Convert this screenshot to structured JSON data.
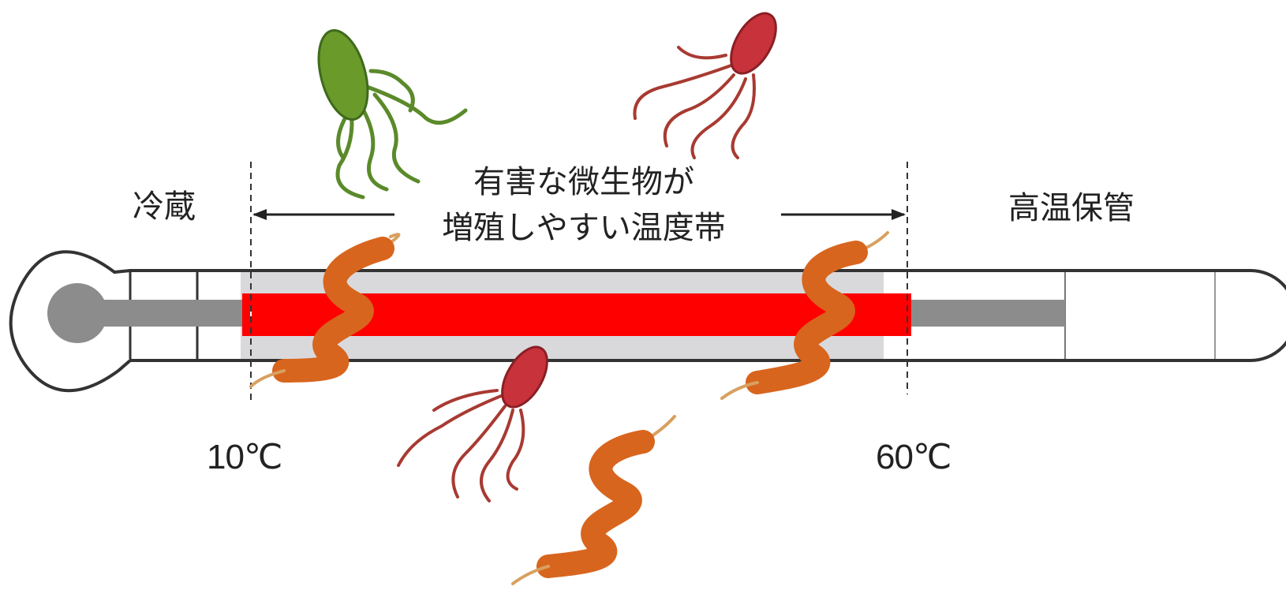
{
  "labels": {
    "cold_storage": "冷蔵",
    "hot_storage": "高温保管",
    "danger_zone_line1": "有害な微生物が",
    "danger_zone_line2": "増殖しやすい温度帯",
    "low_temp": "10℃",
    "high_temp": "60℃"
  },
  "colors": {
    "danger_band": "#ff0000",
    "mercury": "#8c8c8c",
    "tube_fill": "#d9d9dc",
    "outline": "#333333",
    "bacteria_green": "#6a9a2a",
    "bacteria_red": "#c8323a",
    "bacteria_spiral": "#d8651e",
    "flagella_green": "#5b8a2a",
    "flagella_red": "#a83a32",
    "flagella_spiral": "#d8a060"
  },
  "icons": [
    "thermometer-icon",
    "rod-bacterium-icon",
    "spiral-bacterium-icon",
    "double-arrow-icon"
  ]
}
